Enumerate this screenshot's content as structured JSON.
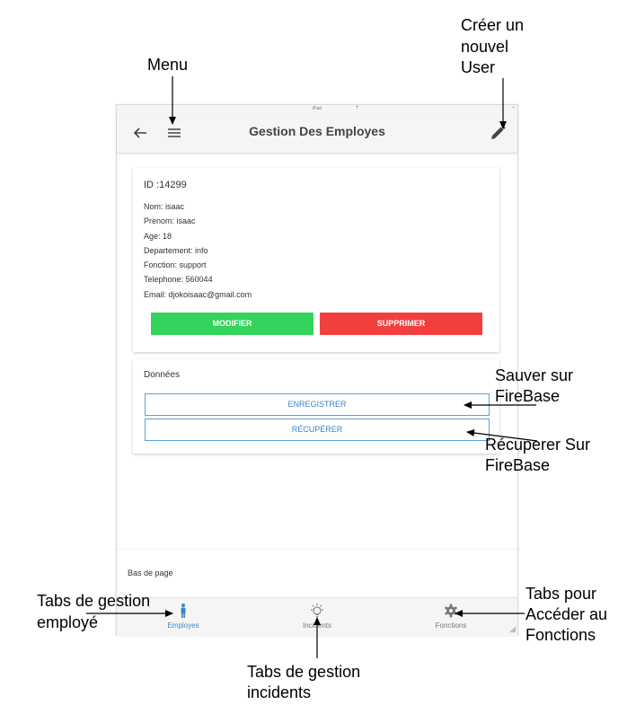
{
  "status_bar": {
    "carrier": "iPad",
    "signal": "⇡"
  },
  "app_bar": {
    "title": "Gestion Des Employes"
  },
  "employee": {
    "id": "ID :14299",
    "fields": [
      "Nom: isaac",
      "Prenom: isaac",
      "Age: 18",
      "Departement: info",
      "Fonction: support",
      "Telephone: 560044",
      "Email: djokoisaac@gmail.com"
    ],
    "modify_label": "MODIFIER",
    "delete_label": "SUPPRIMER"
  },
  "data_card": {
    "heading": "Données",
    "save_label": "ENREGISTRER",
    "load_label": "RÉCUPÉRER"
  },
  "footer": {
    "text": "Bas de page"
  },
  "tabs": [
    {
      "label": "Employes",
      "icon": "person-icon",
      "active": true
    },
    {
      "label": "Incidents",
      "icon": "lightbulb-icon",
      "active": false
    },
    {
      "label": "Fonctions",
      "icon": "gear-icon",
      "active": false
    }
  ],
  "annotations": {
    "menu": "Menu",
    "create_user": [
      "Créer un",
      "nouvel",
      "User"
    ],
    "save_firebase": [
      "Sauver sur",
      "FireBase"
    ],
    "load_firebase": [
      "Récuperer Sur",
      "FireBase"
    ],
    "tab_employee": [
      "Tabs de gestion",
      "employé"
    ],
    "tab_incidents": [
      "Tabs de gestion",
      "incidents"
    ],
    "tab_functions": [
      "Tabs pour",
      "Accéder au",
      "Fonctions"
    ]
  },
  "colors": {
    "green": "#33d45c",
    "red": "#f33e3e",
    "accent_blue": "#3c85c8",
    "outline_blue": "#5aa2dd",
    "bar_bg": "#f5f5f5"
  }
}
